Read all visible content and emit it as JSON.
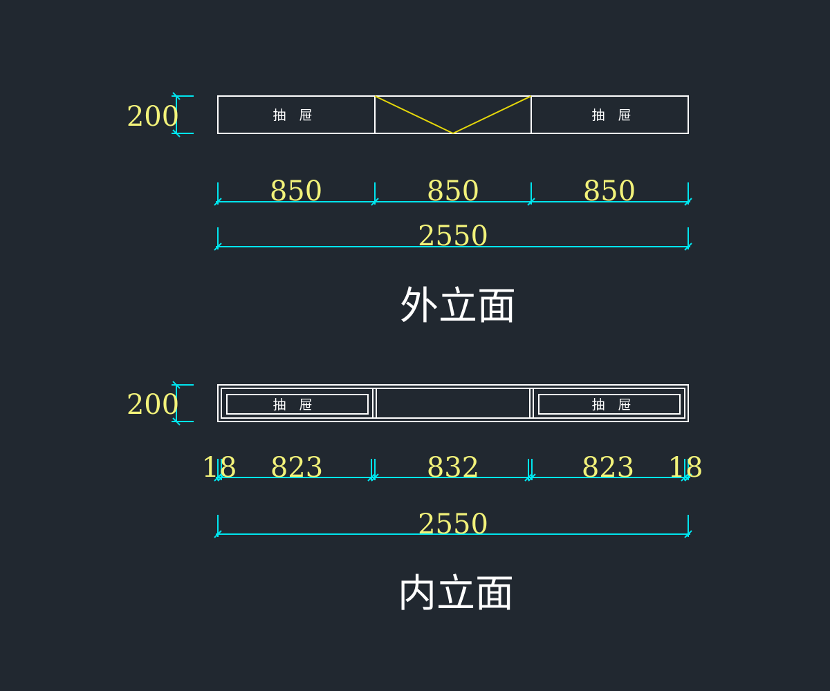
{
  "colors": {
    "background": "#212830",
    "outline": "#ffffff",
    "dimension_line": "#00e5ee",
    "dimension_text": "#f2f27a",
    "swing_line": "#e6d80a",
    "title_text": "#ffffff"
  },
  "outer_elevation": {
    "title": "外立面",
    "height_dim": "200",
    "drawer_label_left": "抽　屉",
    "drawer_label_right": "抽　屉",
    "segment_dims": [
      "850",
      "850",
      "850"
    ],
    "total_dim": "2550"
  },
  "inner_elevation": {
    "title": "内立面",
    "height_dim": "200",
    "drawer_label_left": "抽　屉",
    "drawer_label_right": "抽　屉",
    "segment_dims": [
      "18",
      "823",
      "832",
      "823",
      "18"
    ],
    "total_dim": "2550"
  }
}
